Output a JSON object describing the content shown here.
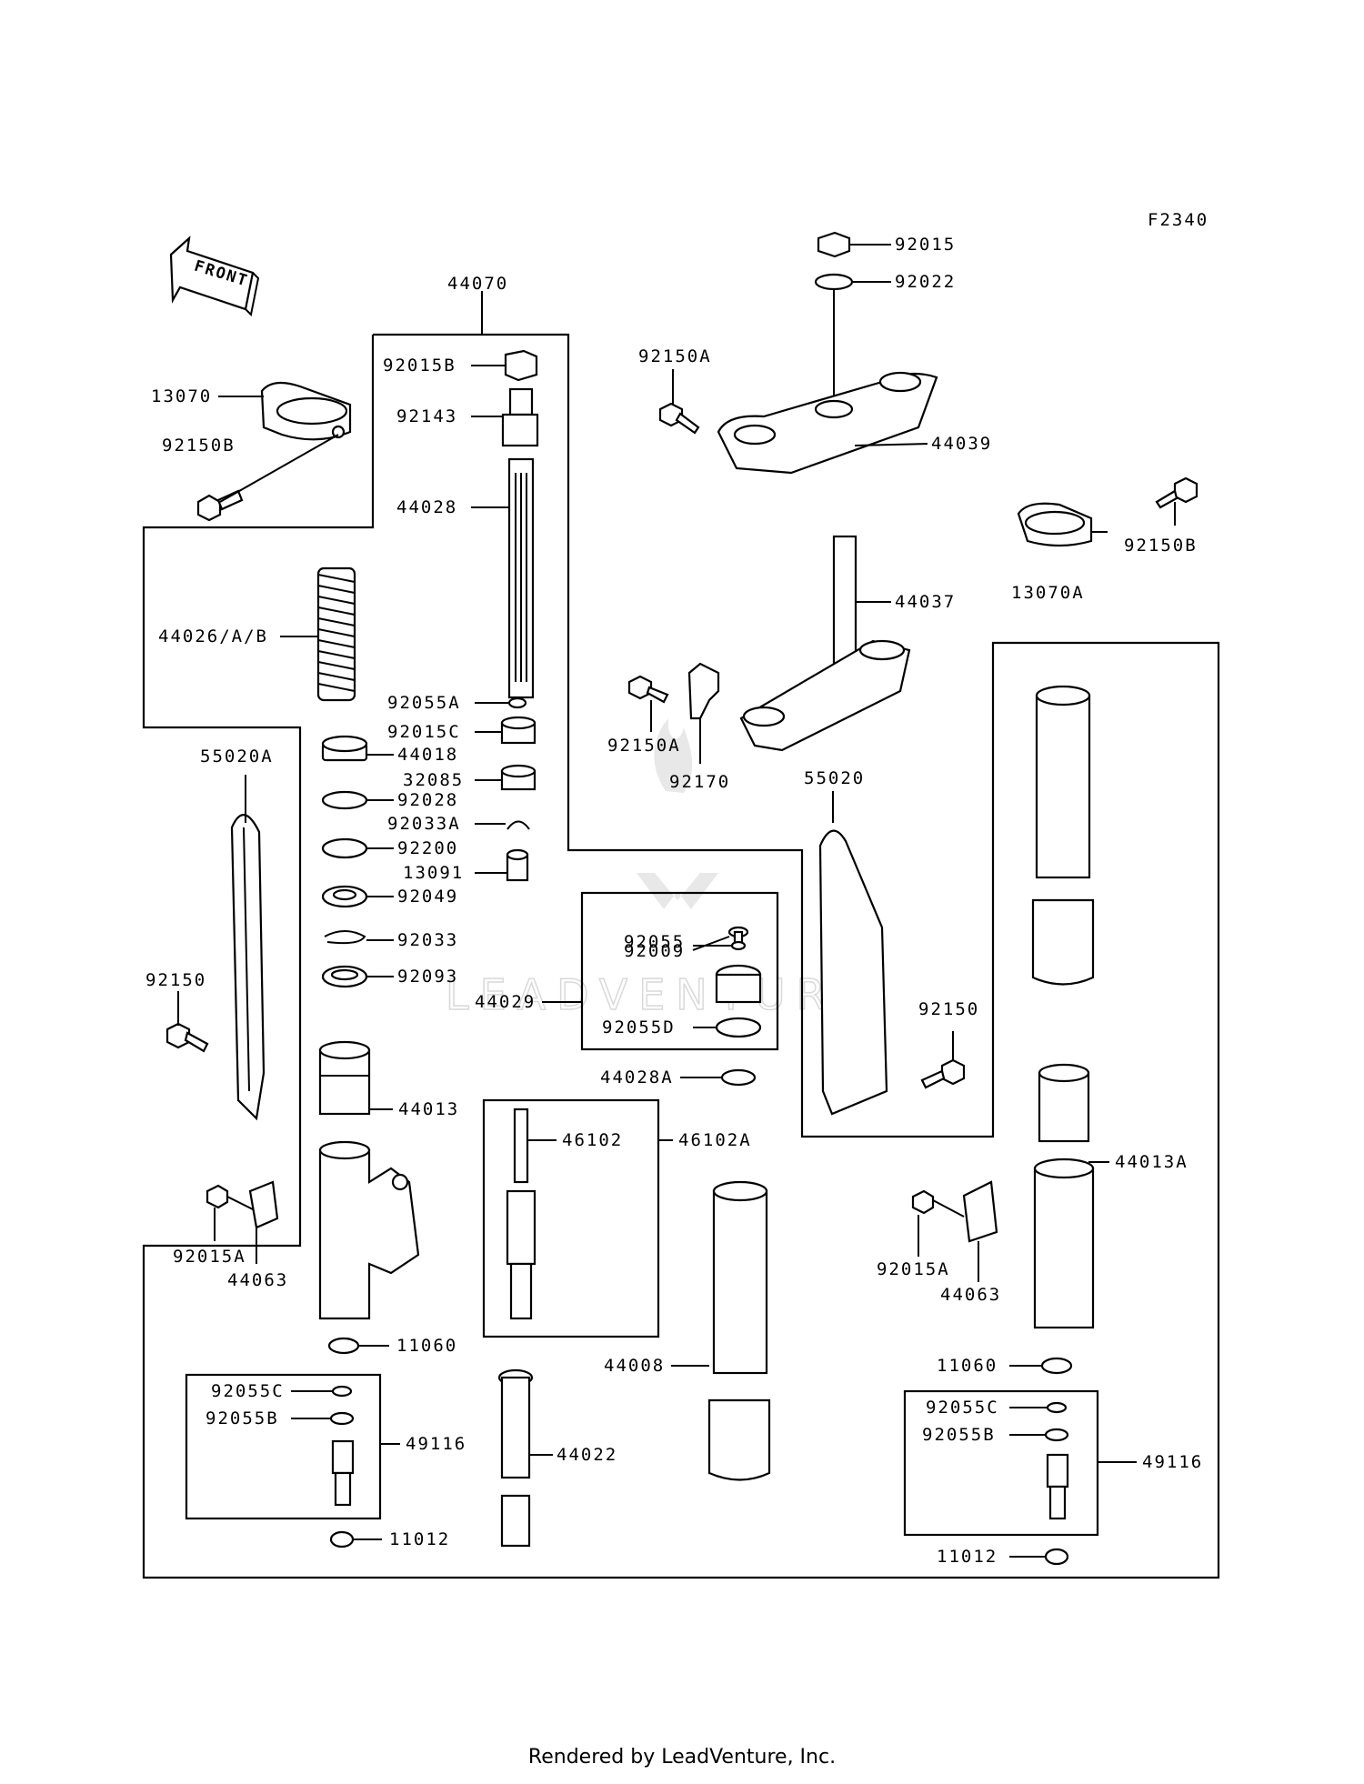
{
  "diagram_code": "F2340",
  "front_label": "FRONT",
  "footer": "Rendered by LeadVenture, Inc.",
  "watermark": "LEADVENTURE",
  "labels": {
    "l44070": "44070",
    "l92015B": "92015B",
    "l92143": "92143",
    "l44028": "44028",
    "l44026": "44026/A/B",
    "l92055A": "92055A",
    "l92015C": "92015C",
    "l44018": "44018",
    "l32085": "32085",
    "l92028": "92028",
    "l92033A": "92033A",
    "l92200": "92200",
    "l13091": "13091",
    "l92049": "92049",
    "l92033": "92033",
    "l92093": "92093",
    "l13070": "13070",
    "l92150B_left": "92150B",
    "l55020A": "55020A",
    "l92150_left": "92150",
    "l44013": "44013",
    "l92015A_left": "92015A",
    "l44063_left": "44063",
    "l11060_left": "11060",
    "l92055C_left": "92055C",
    "l92055B_left": "92055B",
    "l49116_left": "49116",
    "l11012_left": "11012",
    "l92015": "92015",
    "l92022": "92022",
    "l92150A_top": "92150A",
    "l44039": "44039",
    "l92150B_right": "92150B",
    "l13070A": "13070A",
    "l44037": "44037",
    "l92150A_mid": "92150A",
    "l92170": "92170",
    "l55020": "55020",
    "l92009": "92009",
    "l92055": "92055",
    "l44029": "44029",
    "l92055D": "92055D",
    "l92150_right": "92150",
    "l44028A": "44028A",
    "l46102": "46102",
    "l46102A": "46102A",
    "l44008": "44008",
    "l44022": "44022",
    "l44013A": "44013A",
    "l92015A_right": "92015A",
    "l44063_right": "44063",
    "l11060_right": "11060",
    "l92055C_right": "92055C",
    "l92055B_right": "92055B",
    "l49116_right": "49116",
    "l11012_right": "11012"
  }
}
